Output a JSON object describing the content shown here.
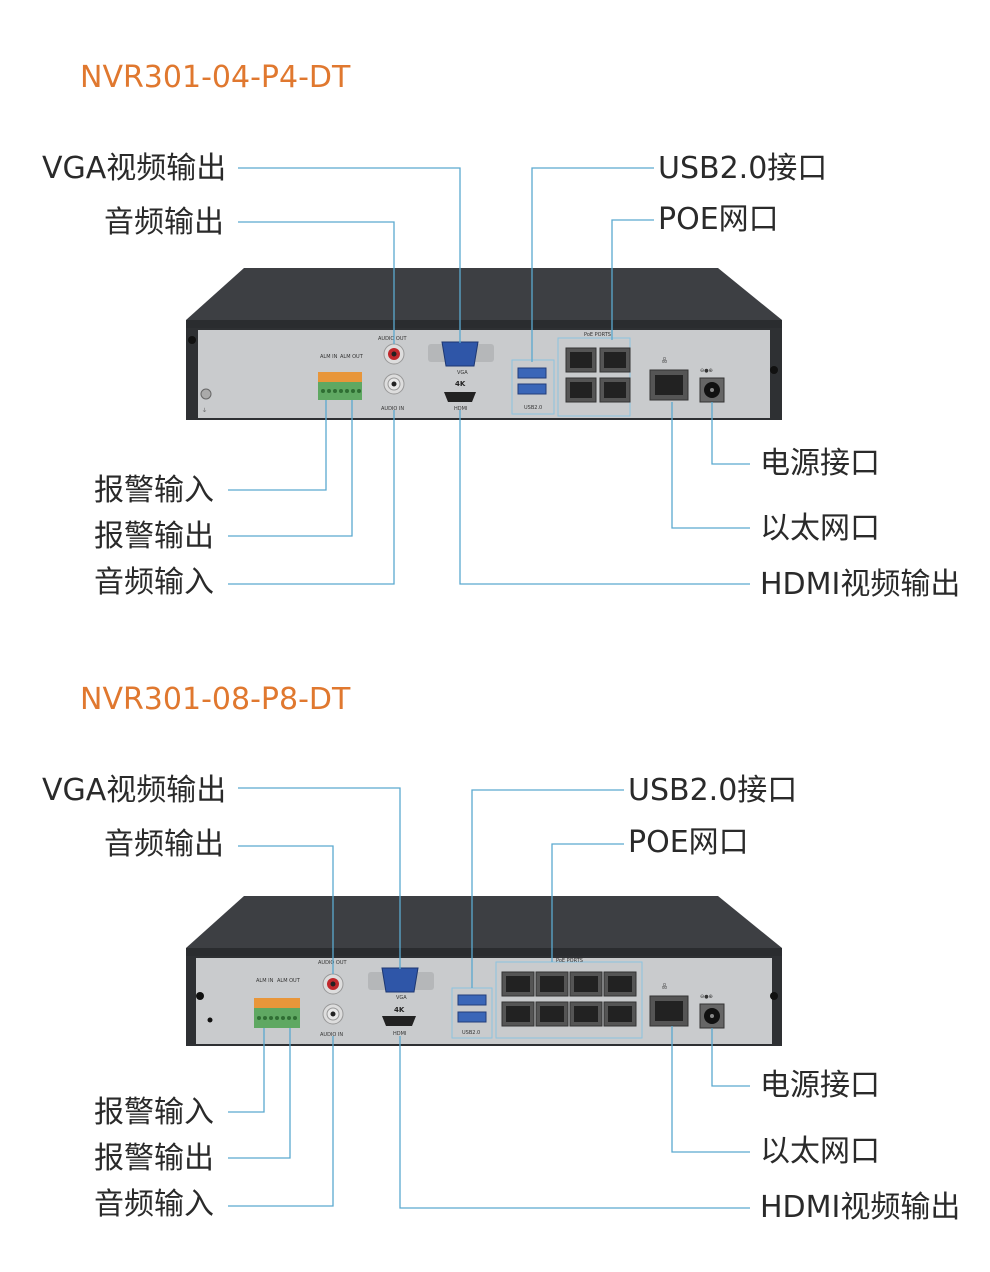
{
  "colors": {
    "title": "#e0782f",
    "leader_line": "#5aa9cf",
    "chassis_top": "#3c3e42",
    "panel": "#c8cacc",
    "label_text": "#2a2a2a"
  },
  "devices": [
    {
      "model": "NVR301-04-P4-DT",
      "labels": {
        "vga_out": "VGA视频输出",
        "audio_out": "音频输出",
        "usb": "USB2.0接口",
        "poe": "POE网口",
        "power": "电源接口",
        "ethernet": "以太网口",
        "hdmi_out": "HDMI视频输出",
        "alarm_in": "报警输入",
        "alarm_out": "报警输出",
        "audio_in": "音频输入"
      },
      "panel_text": {
        "audio_out": "AUDIO OUT",
        "audio_in": "AUDIO IN",
        "vga": "VGA",
        "k4": "4K",
        "hdmi": "HDMI",
        "usb": "USB2.0",
        "poe_ports": "PoE PORTS",
        "alm_in": "ALM IN",
        "alm_out": "ALM OUT"
      },
      "poe_port_count": 4
    },
    {
      "model": "NVR301-08-P8-DT",
      "labels": {
        "vga_out": "VGA视频输出",
        "audio_out": "音频输出",
        "usb": "USB2.0接口",
        "poe": "POE网口",
        "power": "电源接口",
        "ethernet": "以太网口",
        "hdmi_out": "HDMI视频输出",
        "alarm_in": "报警输入",
        "alarm_out": "报警输出",
        "audio_in": "音频输入"
      },
      "panel_text": {
        "audio_out": "AUDIO OUT",
        "audio_in": "AUDIO IN",
        "vga": "VGA",
        "k4": "4K",
        "hdmi": "HDMI",
        "usb": "USB2.0",
        "poe_ports": "PoE PORTS",
        "alm_in": "ALM IN",
        "alm_out": "ALM OUT"
      },
      "poe_port_count": 8
    }
  ]
}
